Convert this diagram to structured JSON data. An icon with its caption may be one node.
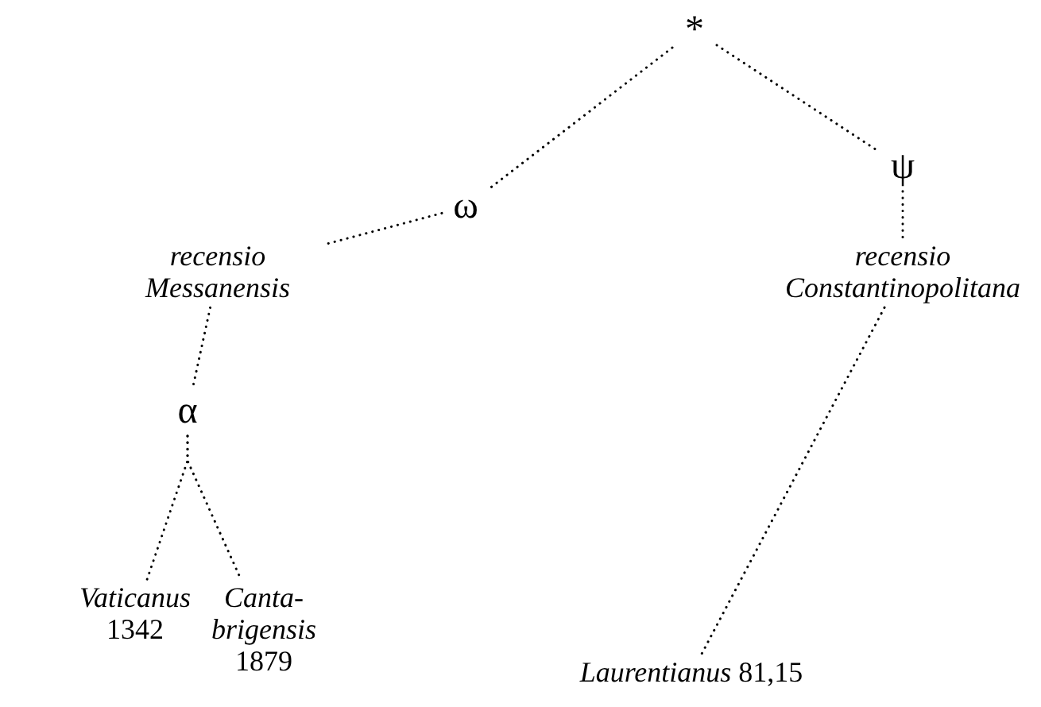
{
  "diagram": {
    "nodes": [
      {
        "text": [
          "*"
        ]
      },
      {
        "text": [
          "ω"
        ]
      },
      {
        "text": [
          "ψ"
        ]
      },
      {
        "text": [
          "*recensio Messanensis*"
        ]
      },
      {
        "text": [
          "*recensio Constantinopolitana*"
        ]
      },
      {
        "text": [
          "α"
        ]
      },
      {
        "text": [
          "*Vaticanus* 1342"
        ]
      },
      {
        "text": [
          "*Canta-brigensis* 1879"
        ]
      },
      {
        "text": [
          "*Laurentianus* 81,15"
        ]
      }
    ],
    "edges": [
      {
        "from": 0,
        "to": 1,
        "arrow": "none"
      },
      {
        "from": 0,
        "to": 2,
        "arrow": "none"
      },
      {
        "from": 1,
        "to": 3,
        "arrow": "none"
      },
      {
        "from": 2,
        "to": 4,
        "arrow": "none"
      },
      {
        "from": 3,
        "to": 5,
        "arrow": "none"
      },
      {
        "from": 5,
        "to": 6,
        "arrow": "none"
      },
      {
        "from": 5,
        "to": 7,
        "arrow": "none"
      },
      {
        "from": 4,
        "to": 8,
        "arrow": "none"
      }
    ]
  }
}
